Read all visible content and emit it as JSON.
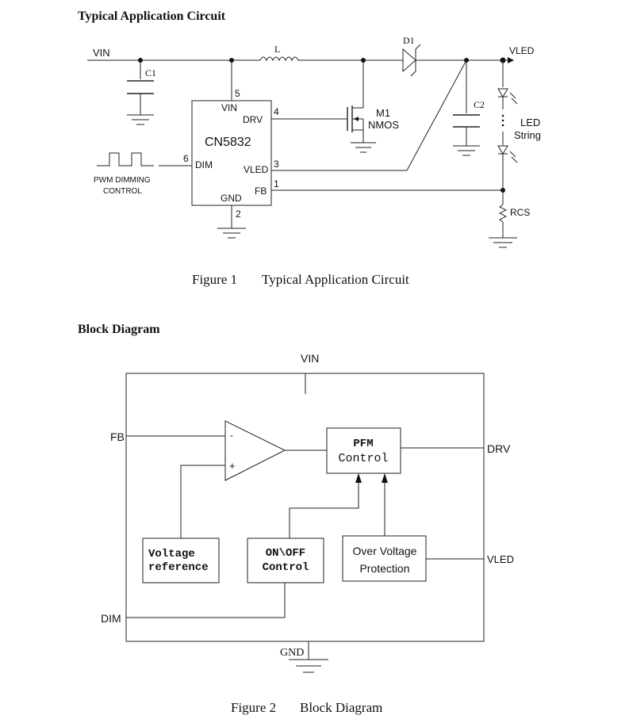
{
  "section1": {
    "heading": "Typical Application Circuit",
    "caption_num": "Figure 1",
    "caption_text": "Typical Application Circuit"
  },
  "circuit": {
    "vin": "VIN",
    "inductor": "L",
    "diode": "D1",
    "vled_out": "VLED",
    "cap1": "C1",
    "cap2": "C2",
    "mosfet_name": "M1",
    "mosfet_type": "NMOS",
    "led_label1": "LED",
    "led_label2": "String",
    "rcs": "RCS",
    "chip_name": "CN5832",
    "pin_vin": "VIN",
    "pin_drv": "DRV",
    "pin_dim": "DIM",
    "pin_vled": "VLED",
    "pin_fb": "FB",
    "pin_gnd": "GND",
    "pin_num_vin": "5",
    "pin_num_drv": "4",
    "pin_num_dim": "6",
    "pin_num_vled": "3",
    "pin_num_fb": "1",
    "pin_num_gnd": "2",
    "pwm_label1": "PWM DIMMING",
    "pwm_label2": "CONTROL"
  },
  "section2": {
    "heading": "Block Diagram",
    "caption_num": "Figure 2",
    "caption_text": "Block Diagram"
  },
  "block": {
    "vin": "VIN",
    "fb": "FB",
    "drv": "DRV",
    "vled": "VLED",
    "dim": "DIM",
    "gnd": "GND",
    "amp_minus": "-",
    "amp_plus": "+",
    "pfm_line1": "PFM",
    "pfm_line2": "Control",
    "vref_line1": "Voltage",
    "vref_line2": "reference",
    "onoff_line1": "ON\\OFF",
    "onoff_line2": "Control",
    "ovp_line1": "Over Voltage",
    "ovp_line2": "Protection"
  }
}
